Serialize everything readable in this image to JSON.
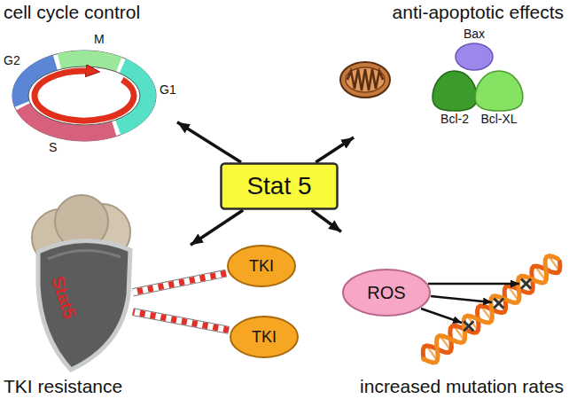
{
  "diagram": {
    "nodes": [
      {
        "text": [
          "cell cycle control"
        ]
      },
      {
        "text": [
          "anti-apoptotic effects"
        ]
      },
      {
        "text": [
          "Bax"
        ],
        "in": 1
      },
      {
        "text": [
          "Bcl-2"
        ],
        "in": 1
      },
      {
        "text": [
          "Bcl-XL"
        ],
        "in": 1
      },
      {
        "text": [
          "Stat 5"
        ]
      },
      {
        "text": [
          "TKI resistance"
        ]
      },
      {
        "text": [
          "Stat5"
        ],
        "in": 6
      },
      {
        "text": [
          "TKI"
        ]
      },
      {
        "text": [
          "TKI"
        ]
      },
      {
        "text": [
          "increased mutation rates"
        ]
      },
      {
        "text": [
          "ROS"
        ],
        "in": 10
      }
    ],
    "edges": [
      {
        "from": 5,
        "to": 0,
        "arrow": "to"
      },
      {
        "from": 5,
        "to": 1,
        "arrow": "to"
      },
      {
        "from": 5,
        "to": 6,
        "arrow": "to"
      },
      {
        "from": 5,
        "to": 10,
        "arrow": "to"
      },
      {
        "from": 8,
        "to": 7,
        "arrow": "none"
      },
      {
        "from": 9,
        "to": 7,
        "arrow": "none"
      }
    ],
    "labels": [
      "M",
      "G2",
      "G1",
      "S"
    ]
  }
}
